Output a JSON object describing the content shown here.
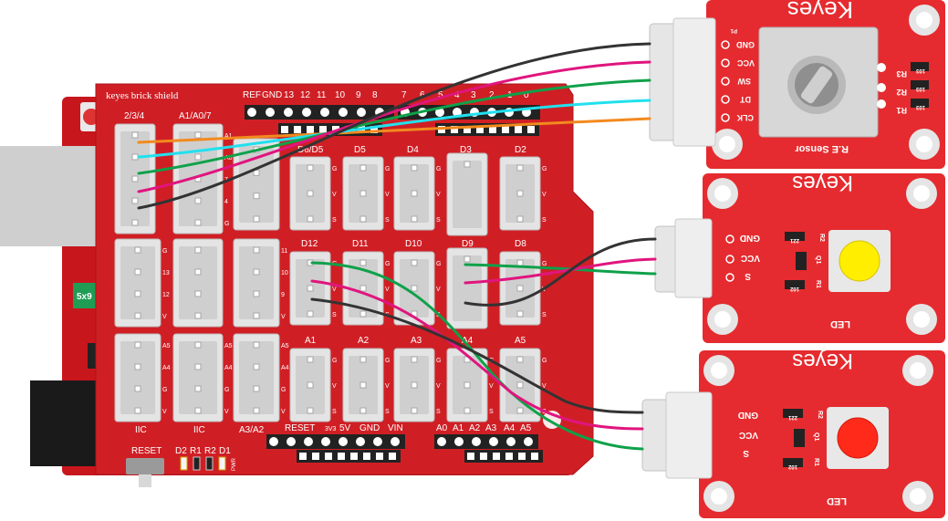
{
  "colors": {
    "board_red": "#cf1f25",
    "module_red": "#e52b2f",
    "header_white": "#e9e9e9",
    "wire_orange": "#f28a1e",
    "wire_cyan": "#22e0ee",
    "wire_green": "#0fa14a",
    "wire_magenta": "#e0157e",
    "wire_black": "#333333",
    "led_yellow": "#ffee00",
    "led_red": "#ff2a1a"
  },
  "shield": {
    "title": "keyes brick shield",
    "header_top_left": [
      "REF",
      "GND",
      "13",
      "12",
      "11",
      "10",
      "9",
      "8"
    ],
    "header_top_right": [
      "7",
      "6",
      "5",
      "4",
      "3",
      "2",
      "1",
      "0"
    ],
    "port_label_234": "2/3/4",
    "port_label_a0": "A1/A0/7",
    "row1_labels": [
      "D6/D5",
      "D5",
      "D4",
      "D3",
      "D2"
    ],
    "row2_labels": [
      "D12",
      "D11",
      "D10",
      "D9",
      "D8"
    ],
    "row3_labels": [
      "A1",
      "A2",
      "A3",
      "A4",
      "A5"
    ],
    "bottom_labels": [
      "IIC",
      "IIC",
      "A3/A2"
    ],
    "power_labels": [
      "RESET",
      "3V3",
      "5V",
      "GND",
      "VIN"
    ],
    "analog_labels": [
      "A0",
      "A1",
      "A2",
      "A3",
      "A4",
      "A5"
    ],
    "reset_label": "RESET",
    "led_labels": [
      "D2",
      "R1",
      "R2",
      "D1"
    ],
    "pwr_label": "PWR",
    "side_chip": "5x9",
    "pin_gvs": [
      "G",
      "V",
      "S"
    ],
    "pin_gv": [
      "G",
      "V"
    ],
    "pin_big_left": [
      "G",
      "13",
      "12",
      "V"
    ],
    "pin_big_mid": [
      "11",
      "10",
      "9",
      "V"
    ],
    "pin_a": [
      "A5",
      "A4",
      "G",
      "V"
    ],
    "pin_col1": [
      "A1",
      "A0",
      "7",
      "4",
      "G"
    ]
  },
  "modules": {
    "encoder": {
      "brand": "Keyes",
      "name": "R.E Sensor",
      "pins": [
        "GND",
        "VCC",
        "SW",
        "DT",
        "CLK"
      ],
      "resistors": [
        {
          "ref": "R3",
          "code": "103"
        },
        {
          "ref": "R2",
          "code": "103"
        },
        {
          "ref": "R1",
          "code": "103"
        }
      ],
      "p1": "P1"
    },
    "led_yellow": {
      "brand": "Keyes",
      "name": "LED",
      "pins": [
        "GND",
        "VCC",
        "S"
      ],
      "r2_code": "221",
      "r2_ref": "R2",
      "q1_ref": "Q1",
      "r1_code": "102",
      "r1_ref": "R1"
    },
    "led_red": {
      "brand": "Keyes",
      "name": "LED",
      "pins": [
        "GND",
        "VCC",
        "S"
      ],
      "r2_code": "221",
      "r2_ref": "R2",
      "q1_ref": "Q1",
      "r1_code": "102",
      "r1_ref": "R1"
    }
  }
}
